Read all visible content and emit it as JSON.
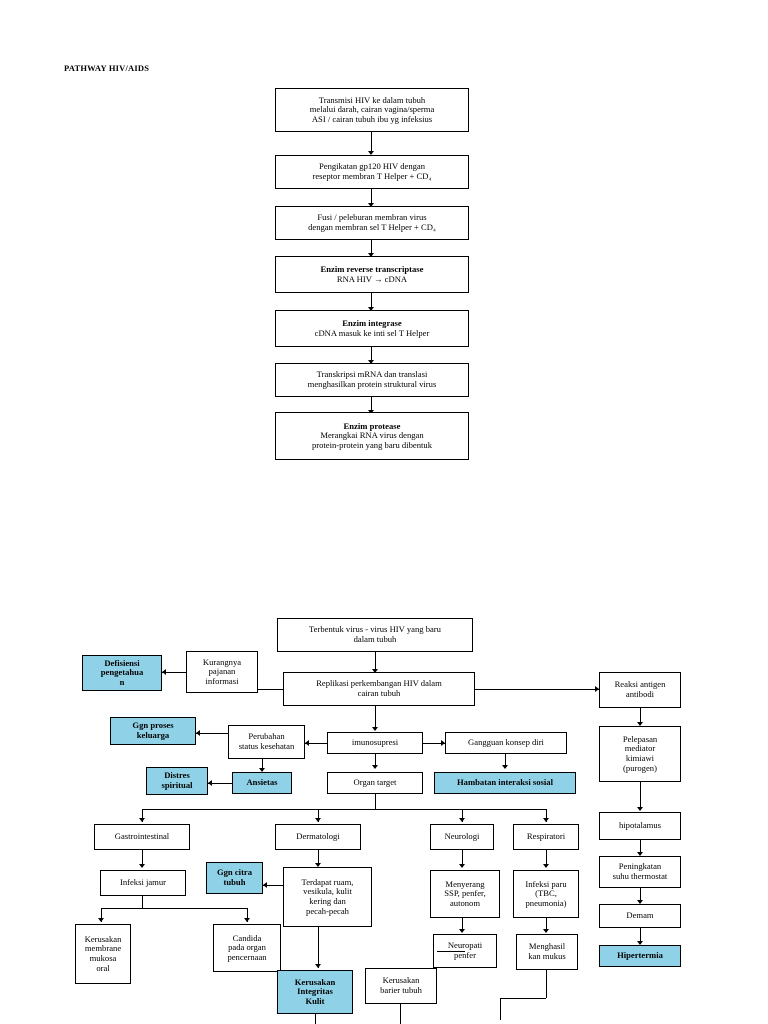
{
  "page": {
    "title": "PATHWAY HIV/AIDS",
    "accent_color": "#8fd2e8",
    "line_color": "#000000",
    "background": "#ffffff"
  },
  "nodes": {
    "n1": {
      "l1": "Transmisi HIV ke dalam tubuh",
      "l2": "melalui darah, cairan vagina/sperma",
      "l3": "ASI / cairan tubuh ibu yg infeksius"
    },
    "n2": {
      "l1": "Pengikatan gp120  HIV dengan",
      "l2": "reseptor membran T Helper + CD₄"
    },
    "n3": {
      "l1": "Fusi / peleburan membran virus",
      "l2": "dengan membran sel  T  Helper + CD₄"
    },
    "n4": {
      "l1": "Enzim reverse transcriptase",
      "l2": "RNA HIV → cDNA"
    },
    "n5": {
      "l1": "Enzim integrase",
      "l2": "cDNA masuk ke inti sel  T Helper"
    },
    "n6": {
      "l1": "Transkripsi mRNA dan translasi",
      "l2": "menghasilkan protein struktural virus"
    },
    "n7": {
      "l1": "Enzim protease",
      "l2": "Merangkai RNA virus dengan",
      "l3": "protein-protein yang baru dibentuk"
    },
    "n8": {
      "l1": "Terbentuk virus - virus HIV yang baru",
      "l2": "dalam tubuh"
    },
    "n9": {
      "l1": "Replikasi perkembangan HIV dalam",
      "l2": "cairan tubuh"
    },
    "n10": {
      "l1": "Kurangnya",
      "l2": "pajanan",
      "l3": "informasi"
    },
    "n11": {
      "l1": "Defisiensi",
      "l2": "pengetahua",
      "l3": "n"
    },
    "n12": {
      "l1": "Reaksi antigen",
      "l2": "antibodi"
    },
    "n13": {
      "l1": "Pelepasan",
      "l2": "mediator",
      "l3": "kimiawi",
      "l4": "(purogen)"
    },
    "n14": {
      "l1": "hipotalamus"
    },
    "n15": {
      "l1": "Peningkatan",
      "l2": "suhu thermostat"
    },
    "n16": {
      "l1": "Demam"
    },
    "n17": {
      "l1": "Hipertermia"
    },
    "n18": {
      "l1": "Perubahan",
      "l2": "status kesehatan"
    },
    "n19": {
      "l1": "Ggn proses",
      "l2": "keluarga"
    },
    "n20": {
      "l1": "imunosupresi"
    },
    "n21": {
      "l1": "Gangguan konsep diri"
    },
    "n22": {
      "l1": "Distres",
      "l2": "spiritual"
    },
    "n23": {
      "l1": "Ansietas"
    },
    "n24": {
      "l1": "Organ target"
    },
    "n25": {
      "l1": "Hambatan interaksi sosial"
    },
    "n26": {
      "l1": "Gastrointestinal"
    },
    "n27": {
      "l1": "Dermatologi"
    },
    "n28": {
      "l1": "Neurologi"
    },
    "n29": {
      "l1": "Respiratori"
    },
    "n30": {
      "l1": "Infeksi jamur"
    },
    "n31": {
      "l1": "Ggn citra",
      "l2": "tubuh"
    },
    "n32": {
      "l1": "Terdapat ruam,",
      "l2": "vesikula, kulit",
      "l3": "kering dan",
      "l4": "pecah-pecah"
    },
    "n33": {
      "l1": "Menyerang",
      "l2": "SSP, penfer,",
      "l3": "autonom"
    },
    "n34": {
      "l1": "Infeksi paru",
      "l2": "(TBC,",
      "l3": "pneumonia)"
    },
    "n35": {
      "l1": "Kerusakan",
      "l2": "membrane",
      "l3": "mukosa",
      "l4": "oral"
    },
    "n36": {
      "l1": "Candida",
      "l2": "pada organ",
      "l3": "pencernaan"
    },
    "n37": {
      "l1": "Neuropati",
      "l2": "penfer"
    },
    "n38": {
      "l1": "Menghasil",
      "l2": "kan mukus"
    },
    "n39": {
      "l1": "Kerusakan",
      "l2": "Integritas",
      "l3": "Kulit"
    },
    "n40": {
      "l1": "Kerusakan",
      "l2": "barier tubuh"
    }
  }
}
